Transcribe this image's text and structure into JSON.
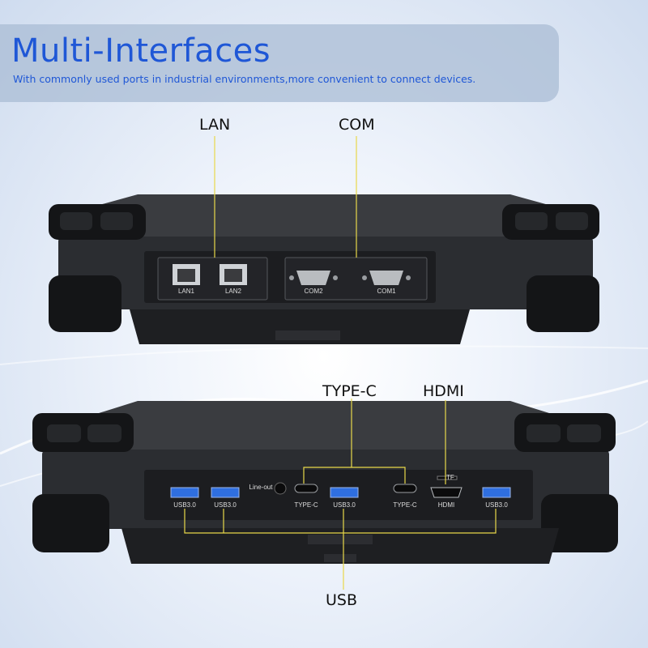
{
  "header": {
    "title": "Multi-Interfaces",
    "subtitle": "With commonly used ports in industrial environments,more convenient to connect devices."
  },
  "callouts": {
    "lan": "LAN",
    "com": "COM",
    "typec": "TYPE-C",
    "hdmi": "HDMI",
    "usb": "USB"
  },
  "top_ports": {
    "lan1": "LAN1",
    "lan2": "LAN2",
    "com2": "COM2",
    "com1": "COM1"
  },
  "bottom_ports": {
    "usb1": "USB3.0",
    "usb2": "USB3.0",
    "lineout": "Line-out",
    "typec1": "TYPE-C",
    "usb3": "USB3.0",
    "typec2": "TYPE-C",
    "tf": "TF",
    "hdmi": "HDMI",
    "usb4": "USB3.0"
  },
  "colors": {
    "accent": "#1f57d6",
    "leader": "#e8d84a",
    "chassis": "#2b2d31",
    "rubber": "#141517",
    "usb_blue": "#2f6fe0"
  }
}
